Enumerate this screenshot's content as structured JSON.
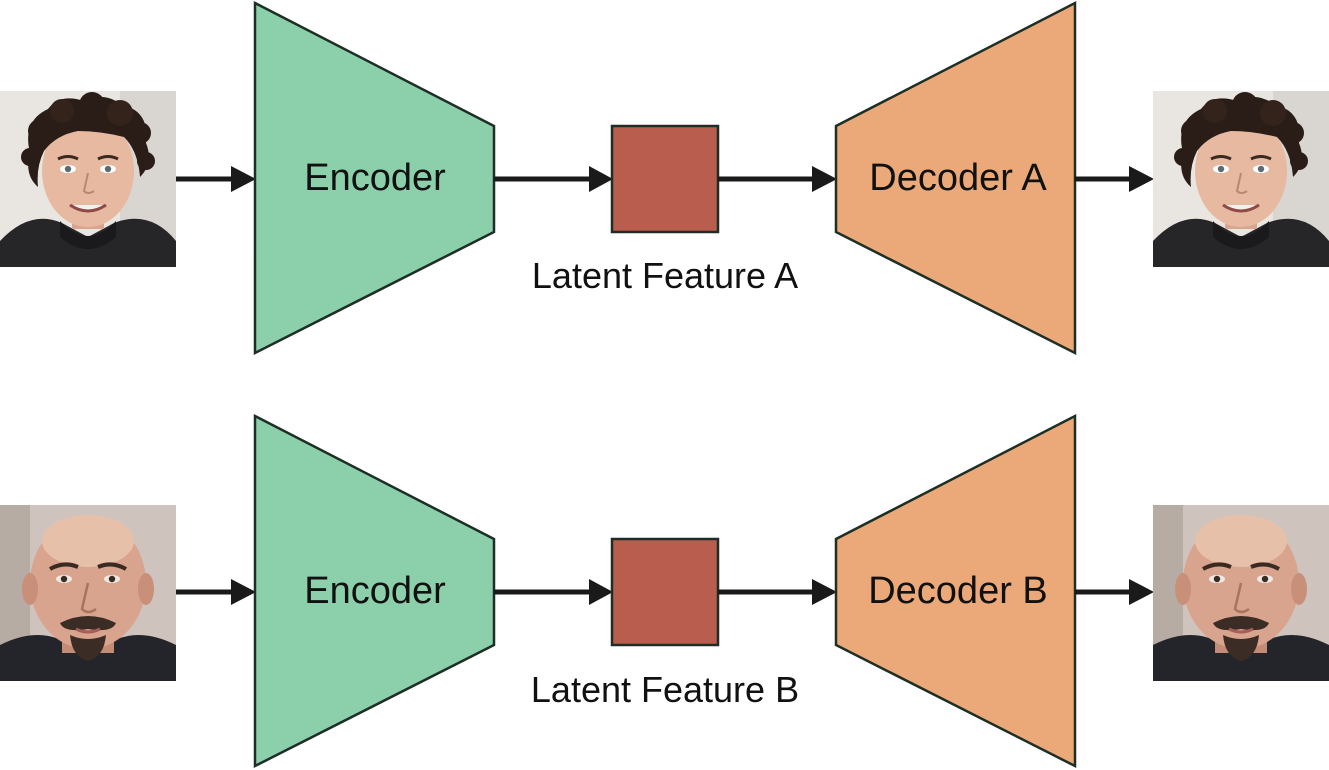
{
  "colors": {
    "encoder": "#8ccfab",
    "decoder": "#eba97a",
    "latent": "#b95d4f",
    "stroke": "#1d2e24",
    "arrow": "#1a1a1a"
  },
  "rows": [
    {
      "input_face": "face-person-a",
      "encoder_label": "Encoder",
      "latent_label": "Latent Feature A",
      "decoder_label": "Decoder A",
      "output_face": "face-person-a"
    },
    {
      "input_face": "face-person-b",
      "encoder_label": "Encoder",
      "latent_label": "Latent Feature B",
      "decoder_label": "Decoder B",
      "output_face": "face-person-b"
    }
  ]
}
